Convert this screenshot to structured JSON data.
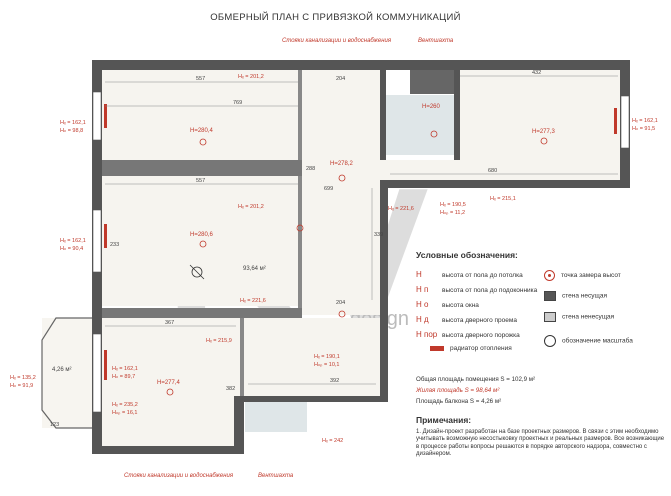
{
  "title": "ОБМЕРНЫЙ ПЛАН С ПРИВЯЗКОЙ КОММУНИКАЦИЙ",
  "callouts": {
    "risers_top": "Стояки канализации и водоснабжения",
    "vent_top": "Вентшахта",
    "risers_bottom": "Стояки канализации и водоснабжения",
    "vent_bottom": "Вентшахта"
  },
  "watermark": {
    "letters": "KV",
    "sub": "design"
  },
  "plan_labels": {
    "h_room1": "H=280,4",
    "h_room2": "H=280,6",
    "h_corridor": "H=278,2",
    "h_room3": "H=277,3",
    "h_room4": "H=277,4",
    "h_bath": "H=260",
    "area_center": "93,64 м²",
    "area_balcony": "4,26 м²",
    "hw1": "Hₓ = 162,1",
    "hn1": "Hₙ = 98,8",
    "hw2": "Hₓ = 162,1",
    "hn2": "Hₙ = 90,4",
    "hw3": "Hₓ = 162,1",
    "hn3": "Hₙ = 91,5",
    "hw4": "Hₓ = 162,1",
    "hn4": "Hₙ = 89,7",
    "hd1": "Hₓ = 201,2",
    "hd2": "Hₓ = 201,2",
    "hd3": "Hₓ = 221,6",
    "hd4": "Hₓ = 221,6",
    "hd5": "Hₓ = 215,9",
    "hd6": "Hₓ = 215,1",
    "hd7": "Hₓ = 190,5",
    "hd8": "Hₙₚ = 11,2",
    "hd9": "Hₓ = 190,1",
    "hd10": "Hₙₚ = 10,1",
    "hd11": "Hₓ = 235,2",
    "hd12": "Hₙₚ = 16,1",
    "hd13": "Hₓ = 242",
    "hb1": "Hₓ = 135,2",
    "hb2": "Hₙ = 91,9",
    "dim_557a": "557",
    "dim_769": "769",
    "dim_557b": "557",
    "dim_204a": "204",
    "dim_204b": "204",
    "dim_432": "432",
    "dim_680": "680",
    "dim_367": "367",
    "dim_392": "392",
    "dim_699": "699",
    "dim_339": "339",
    "dim_233": "233",
    "dim_288": "288",
    "dim_382": "382",
    "dim_123": "123"
  },
  "legend": {
    "title": "Условные обозначения:",
    "items": [
      {
        "sym": "H",
        "label": "высота от пола до потолка"
      },
      {
        "sym": "H п",
        "label": "высота от пола до подоконника"
      },
      {
        "sym": "H о",
        "label": "высота окна"
      },
      {
        "sym": "H д",
        "label": "высота дверного проема"
      },
      {
        "sym": "H пор",
        "label": "высота дверного порожка"
      }
    ],
    "radiator": "радиатор отопления",
    "point": "точка замера высот",
    "wall_bearing": "стена несущая",
    "wall_nonbearing": "стена ненесущая",
    "scale": "обозначение масштаба"
  },
  "areas": {
    "total": "Общая площадь помещения  S = 102,9 м²",
    "living": "Жилая площадь  S = 98,64 м²",
    "balcony": "Площадь балкона  S = 4,26 м²"
  },
  "notes": {
    "title": "Примечания:",
    "text": "1. Дизайн-проект разработан на базе проектных размеров. В связи с этим необходимо учитывать возможную несостыковку проектных и реальных размеров. Все возникающие в процессе работы вопросы решаются в порядке авторского надзора, совместно с дизайнером."
  },
  "colors": {
    "wall": "#555555",
    "accent": "#c0392b",
    "room_fill": "#f5f3ee"
  }
}
